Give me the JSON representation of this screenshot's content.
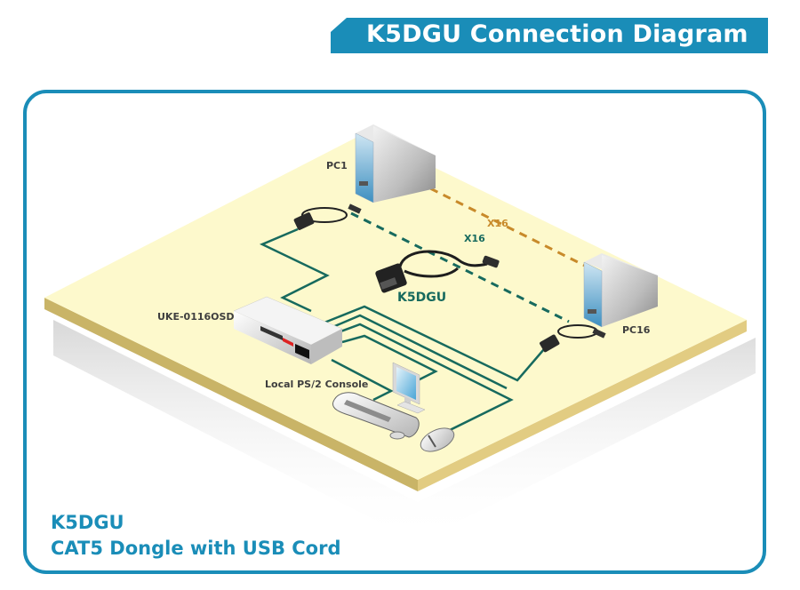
{
  "title": "K5DGU Connection Diagram",
  "colors": {
    "brand_blue": "#1a8db8",
    "board_top": "#fdf9cc",
    "board_edge": "#c9b467",
    "cable_green": "#176a5e",
    "cable_orange": "#c88a2a",
    "label_dark": "#3e3e3e"
  },
  "labels": {
    "pc1": "PC1",
    "pc16": "PC16",
    "switch": "UKE-0116OSD",
    "console": "Local PS/2 Console",
    "dongle": "K5DGU",
    "count_green": "X16",
    "count_orange": "X16"
  },
  "devices": [
    {
      "name": "PC1",
      "icon": "pc-tower-icon"
    },
    {
      "name": "PC16",
      "icon": "pc-tower-icon"
    },
    {
      "name": "UKE-0116OSD",
      "icon": "kvm-switch-icon"
    },
    {
      "name": "K5DGU",
      "icon": "usb-dongle-icon"
    },
    {
      "name": "Local PS/2 Console",
      "icon": "monitor-keyboard-mouse-icon"
    }
  ],
  "connections": [
    {
      "from": "UKE-0116OSD",
      "to": "PC1",
      "via": "K5DGU",
      "style": "solid+dashed",
      "color": "green"
    },
    {
      "from": "UKE-0116OSD",
      "to": "PC16",
      "via": "K5DGU",
      "style": "solid+dashed",
      "color": "green"
    },
    {
      "from": "PC1",
      "to": "PC16",
      "style": "dashed",
      "color": "orange",
      "count": "X16"
    },
    {
      "from": "UKE-0116OSD",
      "to": "Local PS/2 Console",
      "style": "solid",
      "color": "green"
    }
  ],
  "caption": {
    "line1": "K5DGU",
    "line2": "CAT5 Dongle with USB Cord"
  }
}
